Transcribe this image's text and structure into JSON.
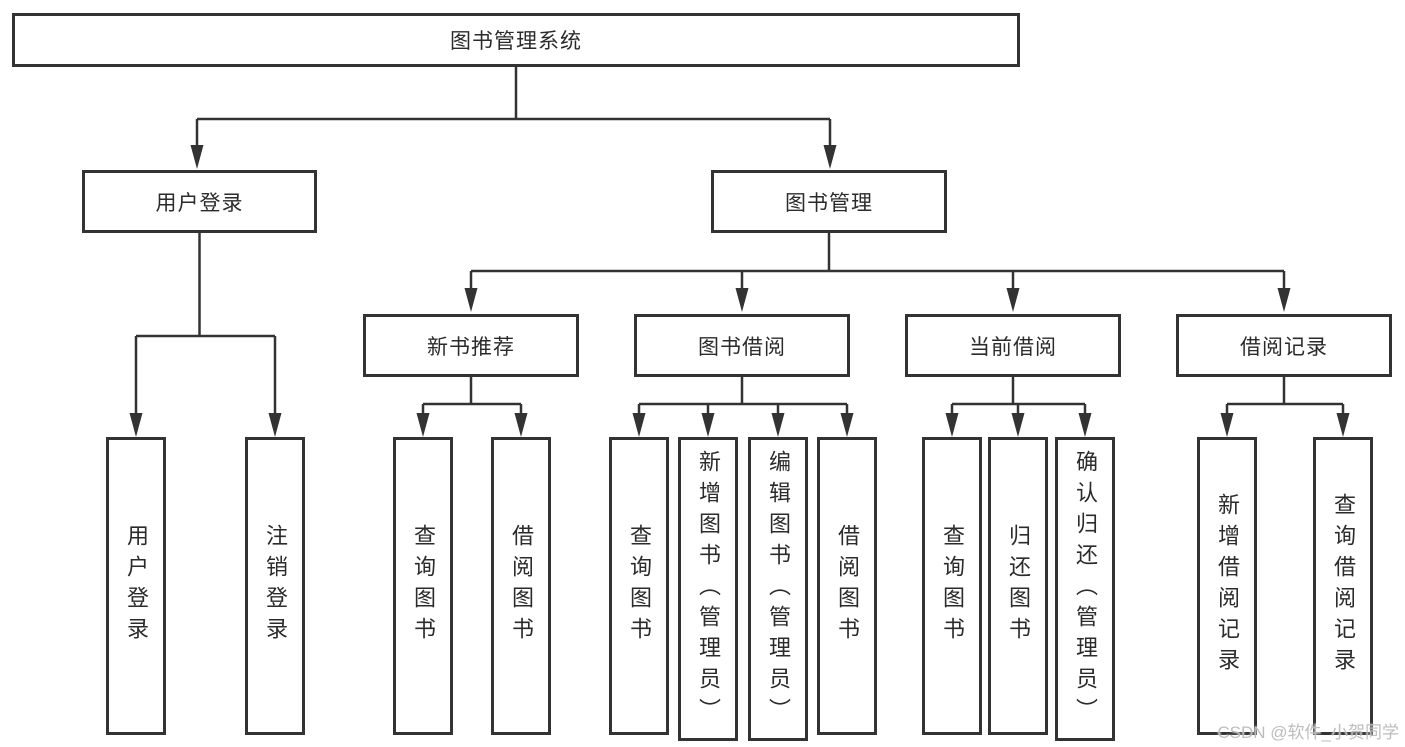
{
  "diagram_title": "图书管理系统",
  "colors": {
    "line": "#333333",
    "text": "#2b2b2b",
    "background": "#ffffff",
    "watermark": "#b9b9b9"
  },
  "tree": {
    "root": "图书管理系统",
    "branches": [
      {
        "label": "用户登录",
        "children": [
          "用户登录",
          "注销登录"
        ]
      },
      {
        "label": "图书管理",
        "groups": [
          {
            "label": "新书推荐",
            "children": [
              "查询图书",
              "借阅图书"
            ]
          },
          {
            "label": "图书借阅",
            "children": [
              "查询图书",
              "新增图书（管理员）",
              "编辑图书（管理员）",
              "借阅图书"
            ]
          },
          {
            "label": "当前借阅",
            "children": [
              "查询图书",
              "归还图书",
              "确认归还（管理员）"
            ]
          },
          {
            "label": "借阅记录",
            "children": [
              "新增借阅记录",
              "查询借阅记录"
            ]
          }
        ]
      }
    ]
  },
  "watermark": {
    "text": "CSDN @软件_小贺同学"
  }
}
